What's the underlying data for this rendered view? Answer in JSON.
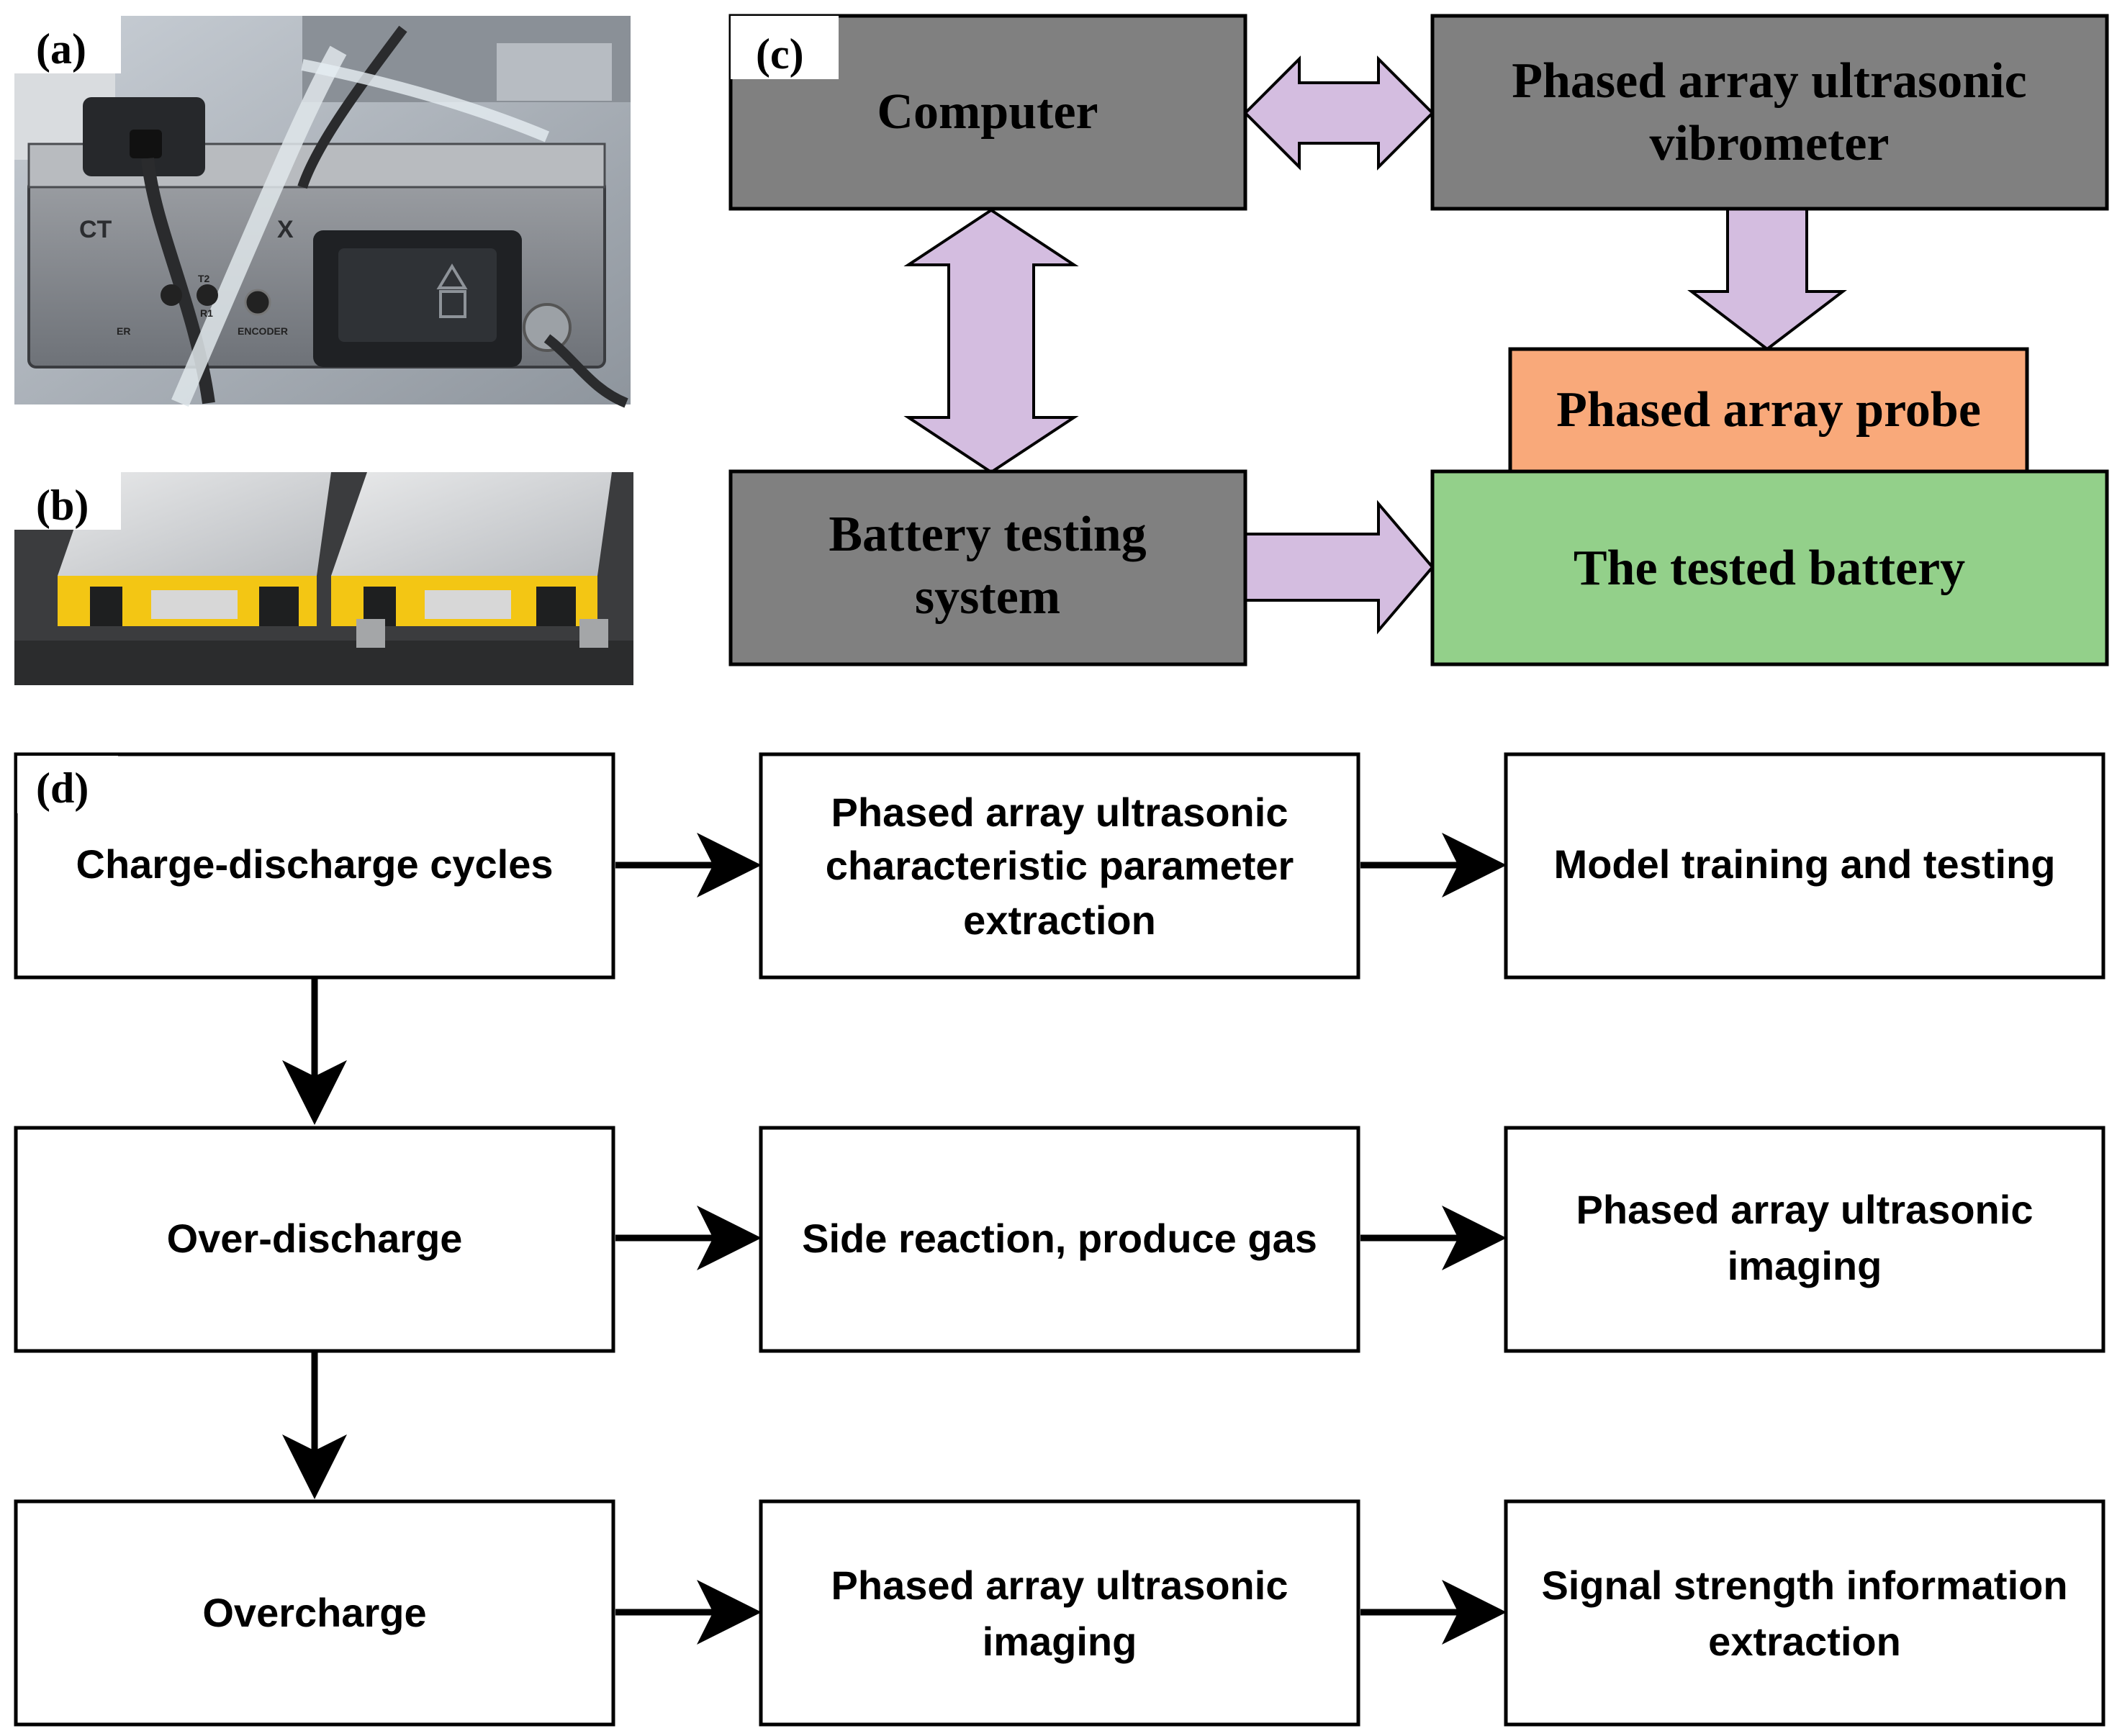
{
  "panels": {
    "a": {
      "label": "(a)",
      "photo_text": {
        "brand": "CT",
        "brand_tail": "X",
        "port_r1": "R1",
        "port_t2": "T2",
        "port_encoder": "ENCODER",
        "port_power": "ER"
      }
    },
    "b": {
      "label": "(b)"
    },
    "c": {
      "label": "(c)",
      "computer": "Computer",
      "vibrometer": [
        "Phased array ultrasonic",
        "vibrometer"
      ],
      "probe": "Phased array probe",
      "tested_battery": "The tested battery",
      "battery_testing": [
        "Battery testing",
        "system"
      ]
    },
    "d": {
      "label": "(d)",
      "row1": [
        [
          "Charge-discharge cycles"
        ],
        [
          "Phased array ultrasonic",
          "characteristic parameter",
          "extraction"
        ],
        [
          "Model training and testing"
        ]
      ],
      "row2": [
        [
          "Over-discharge"
        ],
        [
          "Side reaction, produce gas"
        ],
        [
          "Phased array ultrasonic",
          "imaging"
        ]
      ],
      "row3": [
        [
          "Overcharge"
        ],
        [
          "Phased array ultrasonic",
          "imaging"
        ],
        [
          "Signal strength information",
          "extraction"
        ]
      ]
    }
  },
  "colors": {
    "gray_box": "#808080",
    "probe_box": "#f9a97a",
    "battery_box": "#93d08a",
    "arrow_fill": "#d4bde0",
    "border": "#000000"
  }
}
